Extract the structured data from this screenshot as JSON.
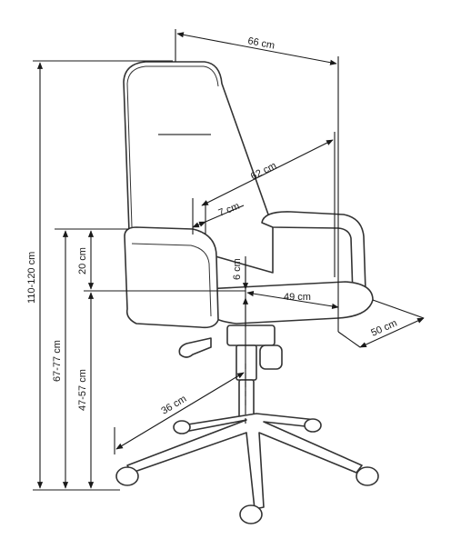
{
  "dimensions": {
    "overall_width": "66 cm",
    "total_height": "110-120 cm",
    "seat_height": "67-77 cm",
    "lower_height": "47-57 cm",
    "armrest_height": "20 cm",
    "seat_thickness": "6 cm",
    "seat_depth": "62 cm",
    "backrest_thickness": "7 cm",
    "seat_width": "49 cm",
    "depth": "50 cm",
    "base_radius": "36 cm"
  },
  "colors": {
    "line": "#1a1a1a",
    "chair_outline": "#333333",
    "chair_fill": "#ffffff"
  }
}
